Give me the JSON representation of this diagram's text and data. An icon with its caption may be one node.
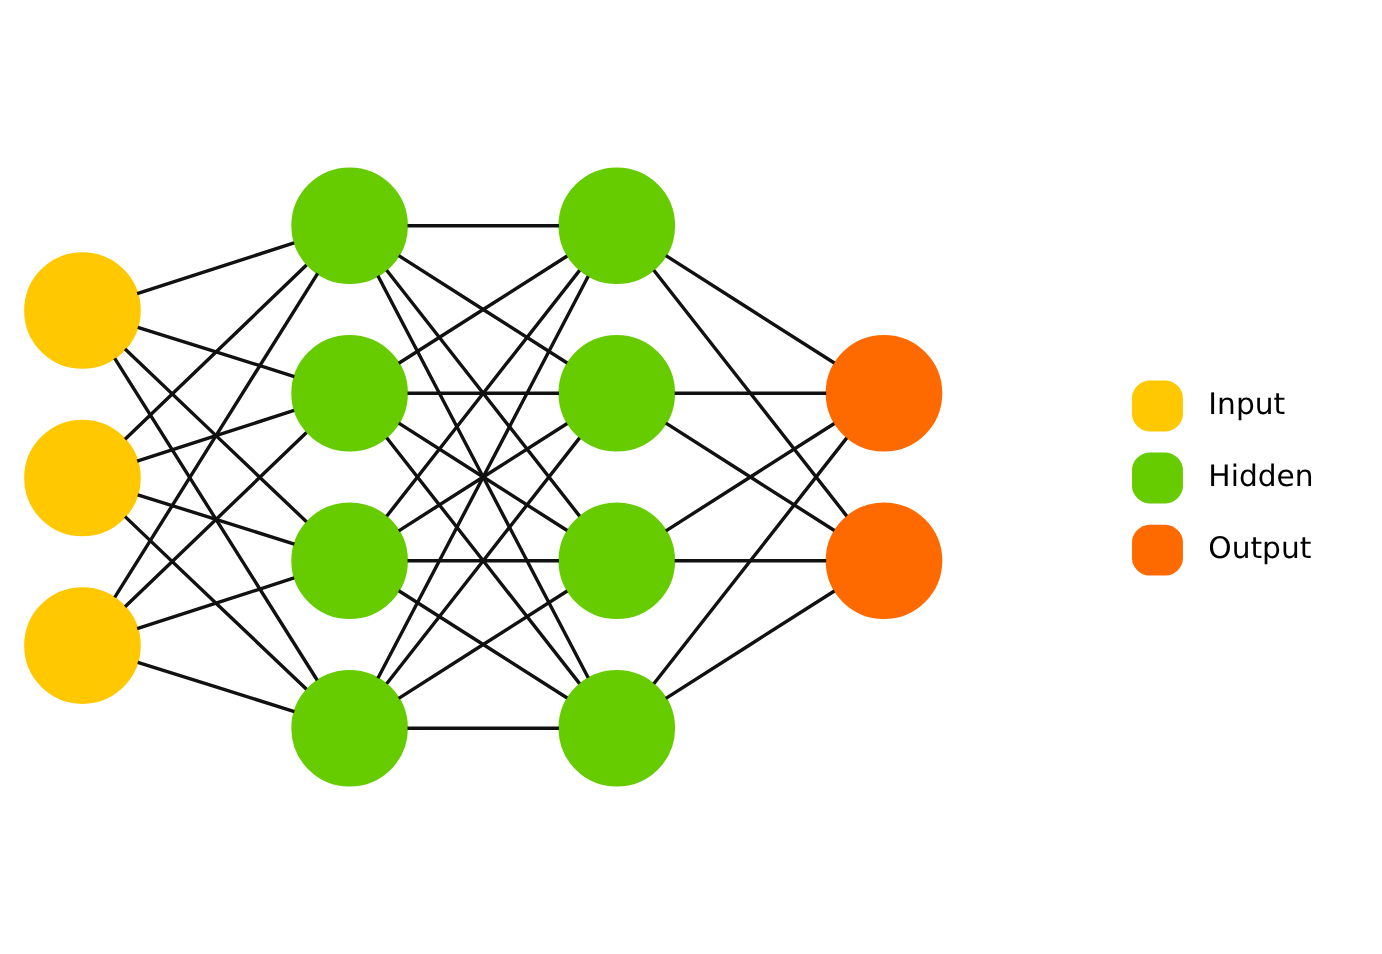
{
  "diagram": {
    "nodes": [
      {
        "text": [],
        "shape": "circle"
      },
      {
        "text": [],
        "shape": "circle"
      },
      {
        "text": [],
        "shape": "circle"
      },
      {
        "text": [],
        "shape": "circle"
      },
      {
        "text": [],
        "shape": "circle"
      },
      {
        "text": [],
        "shape": "circle"
      },
      {
        "text": [],
        "shape": "circle"
      },
      {
        "text": [],
        "shape": "circle"
      },
      {
        "text": [],
        "shape": "circle"
      },
      {
        "text": [],
        "shape": "circle"
      },
      {
        "text": [],
        "shape": "circle"
      },
      {
        "text": [],
        "shape": "circle"
      },
      {
        "text": [],
        "shape": "circle"
      }
    ],
    "edges": [
      {
        "from": 0,
        "to": 3,
        "arrow": "none"
      },
      {
        "from": 0,
        "to": 4,
        "arrow": "none"
      },
      {
        "from": 0,
        "to": 5,
        "arrow": "none"
      },
      {
        "from": 0,
        "to": 6,
        "arrow": "none"
      },
      {
        "from": 1,
        "to": 3,
        "arrow": "none"
      },
      {
        "from": 1,
        "to": 4,
        "arrow": "none"
      },
      {
        "from": 1,
        "to": 5,
        "arrow": "none"
      },
      {
        "from": 1,
        "to": 6,
        "arrow": "none"
      },
      {
        "from": 2,
        "to": 3,
        "arrow": "none"
      },
      {
        "from": 2,
        "to": 4,
        "arrow": "none"
      },
      {
        "from": 2,
        "to": 5,
        "arrow": "none"
      },
      {
        "from": 2,
        "to": 6,
        "arrow": "none"
      },
      {
        "from": 3,
        "to": 7,
        "arrow": "none"
      },
      {
        "from": 3,
        "to": 8,
        "arrow": "none"
      },
      {
        "from": 3,
        "to": 9,
        "arrow": "none"
      },
      {
        "from": 3,
        "to": 10,
        "arrow": "none"
      },
      {
        "from": 4,
        "to": 7,
        "arrow": "none"
      },
      {
        "from": 4,
        "to": 8,
        "arrow": "none"
      },
      {
        "from": 4,
        "to": 9,
        "arrow": "none"
      },
      {
        "from": 4,
        "to": 10,
        "arrow": "none"
      },
      {
        "from": 5,
        "to": 7,
        "arrow": "none"
      },
      {
        "from": 5,
        "to": 8,
        "arrow": "none"
      },
      {
        "from": 5,
        "to": 9,
        "arrow": "none"
      },
      {
        "from": 5,
        "to": 10,
        "arrow": "none"
      },
      {
        "from": 6,
        "to": 7,
        "arrow": "none"
      },
      {
        "from": 6,
        "to": 8,
        "arrow": "none"
      },
      {
        "from": 6,
        "to": 9,
        "arrow": "none"
      },
      {
        "from": 6,
        "to": 10,
        "arrow": "none"
      },
      {
        "from": 7,
        "to": 11,
        "arrow": "none"
      },
      {
        "from": 7,
        "to": 12,
        "arrow": "none"
      },
      {
        "from": 8,
        "to": 11,
        "arrow": "none"
      },
      {
        "from": 8,
        "to": 12,
        "arrow": "none"
      },
      {
        "from": 9,
        "to": 11,
        "arrow": "none"
      },
      {
        "from": 9,
        "to": 12,
        "arrow": "none"
      },
      {
        "from": 10,
        "to": 11,
        "arrow": "none"
      },
      {
        "from": 10,
        "to": 12,
        "arrow": "none"
      }
    ],
    "legend": [
      {
        "text": "Input",
        "color": "#ffc800"
      },
      {
        "text": "Hidden",
        "color": "#66cc00"
      },
      {
        "text": "Output",
        "color": "#ff6a00"
      }
    ]
  }
}
